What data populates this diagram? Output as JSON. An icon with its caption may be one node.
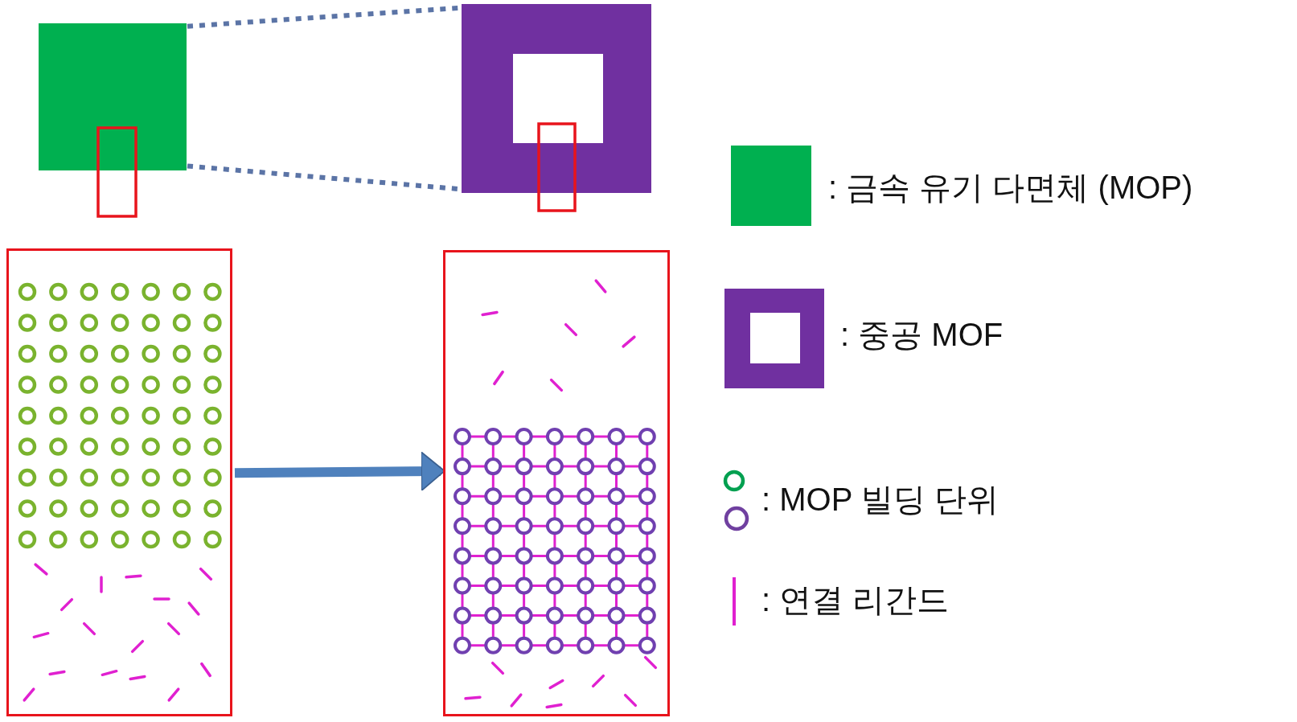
{
  "diagram": {
    "nodes": [
      {
        "text": [],
        "shape": "box"
      },
      {
        "text": [],
        "shape": "box"
      },
      {
        "text": [],
        "shape": "box"
      },
      {
        "text": [],
        "shape": "box"
      }
    ],
    "edges": [
      {
        "from": 0,
        "to": 1,
        "arrow": "none",
        "style": "dashed"
      },
      {
        "from": 0,
        "to": 1,
        "arrow": "none",
        "style": "dashed"
      },
      {
        "from": 2,
        "to": 3,
        "arrow": "to",
        "style": "thick"
      }
    ],
    "legend": [
      {
        "text": ": 금속 유기 다면체 (MOP)",
        "color": "#00b050"
      },
      {
        "text": ": 중공 MOF"
      },
      {
        "text": ": MOP 빌딩 단위"
      },
      {
        "text": ": 연결 리간드"
      }
    ]
  }
}
